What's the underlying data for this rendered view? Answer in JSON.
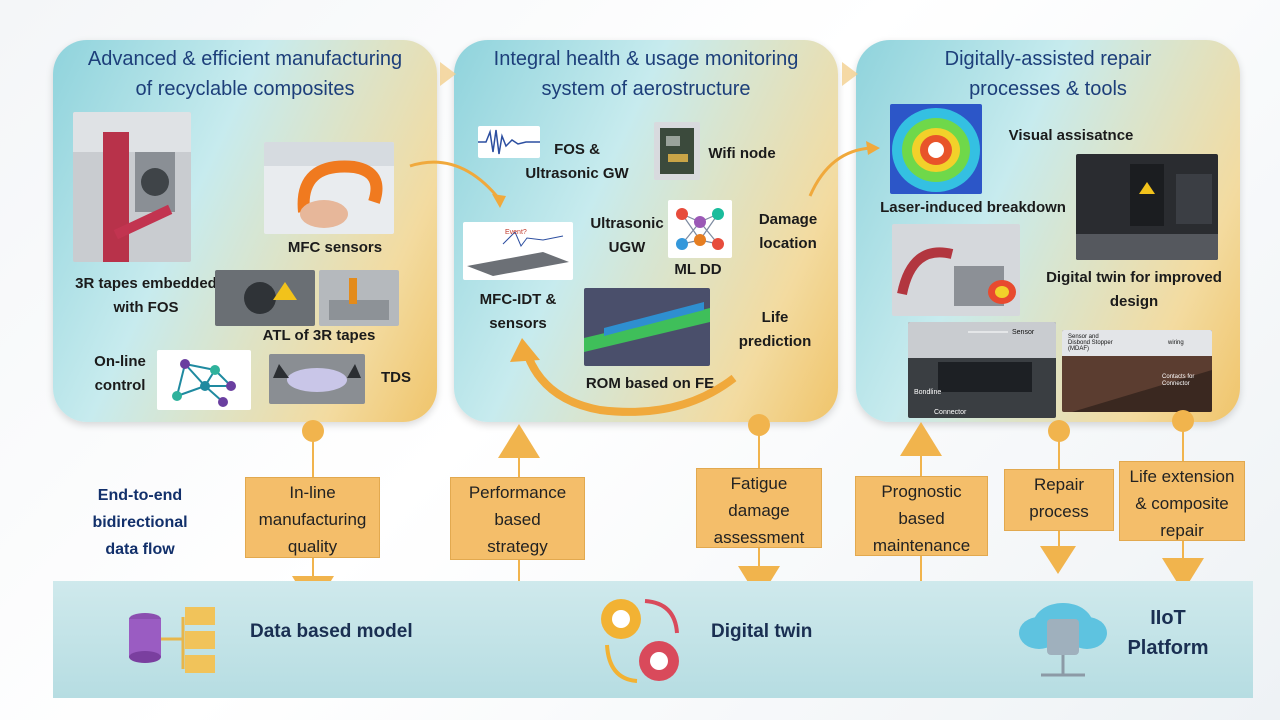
{
  "panels": {
    "manufacturing": {
      "title": "Advanced & efficient manufacturing\nof recyclable composites",
      "labels": {
        "mfc_sensors": "MFC sensors",
        "tapes_fos": "3R tapes embedded\nwith FOS",
        "atl": "ATL of 3R tapes",
        "online_control": "On-line\ncontrol",
        "tds": "TDS"
      }
    },
    "monitoring": {
      "title": "Integral health & usage monitoring\nsystem of aerostructure",
      "labels": {
        "fos_gw": "FOS &\nUltrasonic GW",
        "wifi_node": "Wifi node",
        "ultrasonic_ugw": "Ultrasonic\nUGW",
        "ml_dd": "ML DD",
        "damage_location": "Damage\nlocation",
        "mfc_idt": "MFC-IDT &\nsensors",
        "life_prediction": "Life\nprediction",
        "rom_fe": "ROM based on FE",
        "event_caption": "Event?"
      }
    },
    "repair": {
      "title": "Digitally-assisted repair\nprocesses & tools",
      "labels": {
        "visual_assistance": "Visual assisatnce",
        "laser_breakdown": "Laser-induced breakdown",
        "digital_twin_design": "Digital twin for improved\ndesign",
        "sensor": "Sensor",
        "bondline": "Bondline",
        "connector": "Connector",
        "mdaf": "Sensor and\nDisbond Stopper\n(MDAF)",
        "wiring": "wiring",
        "contacts": "Contacts for\nConnector"
      }
    }
  },
  "flow_boxes": [
    {
      "text": "In-line\nmanufacturing\nquality"
    },
    {
      "text": "Performance\nbased\nstrategy"
    },
    {
      "text": "Fatigue\ndamage\nassessment"
    },
    {
      "text": "Prognostic\nbased\nmaintenance"
    },
    {
      "text": "Repair\nprocess"
    },
    {
      "text": "Life extension\n& composite\nrepair"
    }
  ],
  "side_note": "End-to-end\nbidirectional\ndata flow",
  "bottom_bar": {
    "data_model": "Data based model",
    "digital_twin": "Digital twin",
    "iiot": "IIoT\nPlatform"
  },
  "colors": {
    "accent": "#f1b44d",
    "title": "#1d3f7a",
    "bar": "#b6dde2"
  }
}
